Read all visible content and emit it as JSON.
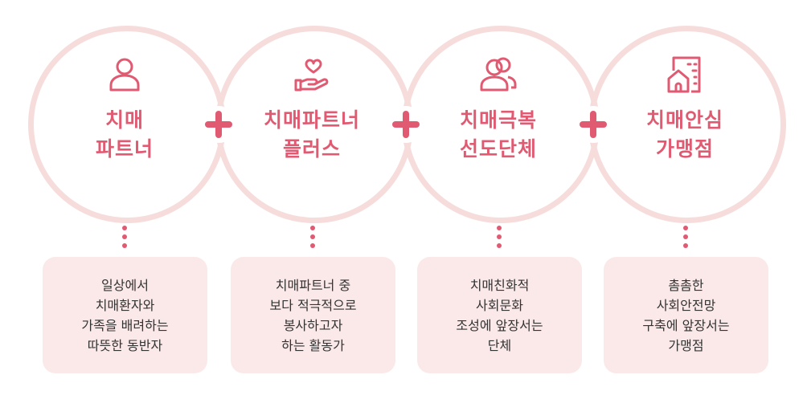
{
  "colors": {
    "accent": "#e05a72",
    "ring": "#f7dcdc",
    "box": "#fbe9e9"
  },
  "items": [
    {
      "icon": "person-icon",
      "title": "치매\n파트너",
      "desc": "일상에서\n치매환자와\n가족을 배려하는\n따뜻한 동반자"
    },
    {
      "icon": "heart-hand-icon",
      "title": "치매파트너\n플러스",
      "desc": "치매파트너 중\n보다 적극적으로\n봉사하고자\n하는 활동가"
    },
    {
      "icon": "group-icon",
      "title": "치매극복\n선도단체",
      "desc": "치매친화적\n사회문화\n조성에 앞장서는\n단체"
    },
    {
      "icon": "building-icon",
      "title": "치매안심\n가맹점",
      "desc": "촘촘한\n사회안전망\n구축에 앞장서는\n가맹점"
    }
  ]
}
